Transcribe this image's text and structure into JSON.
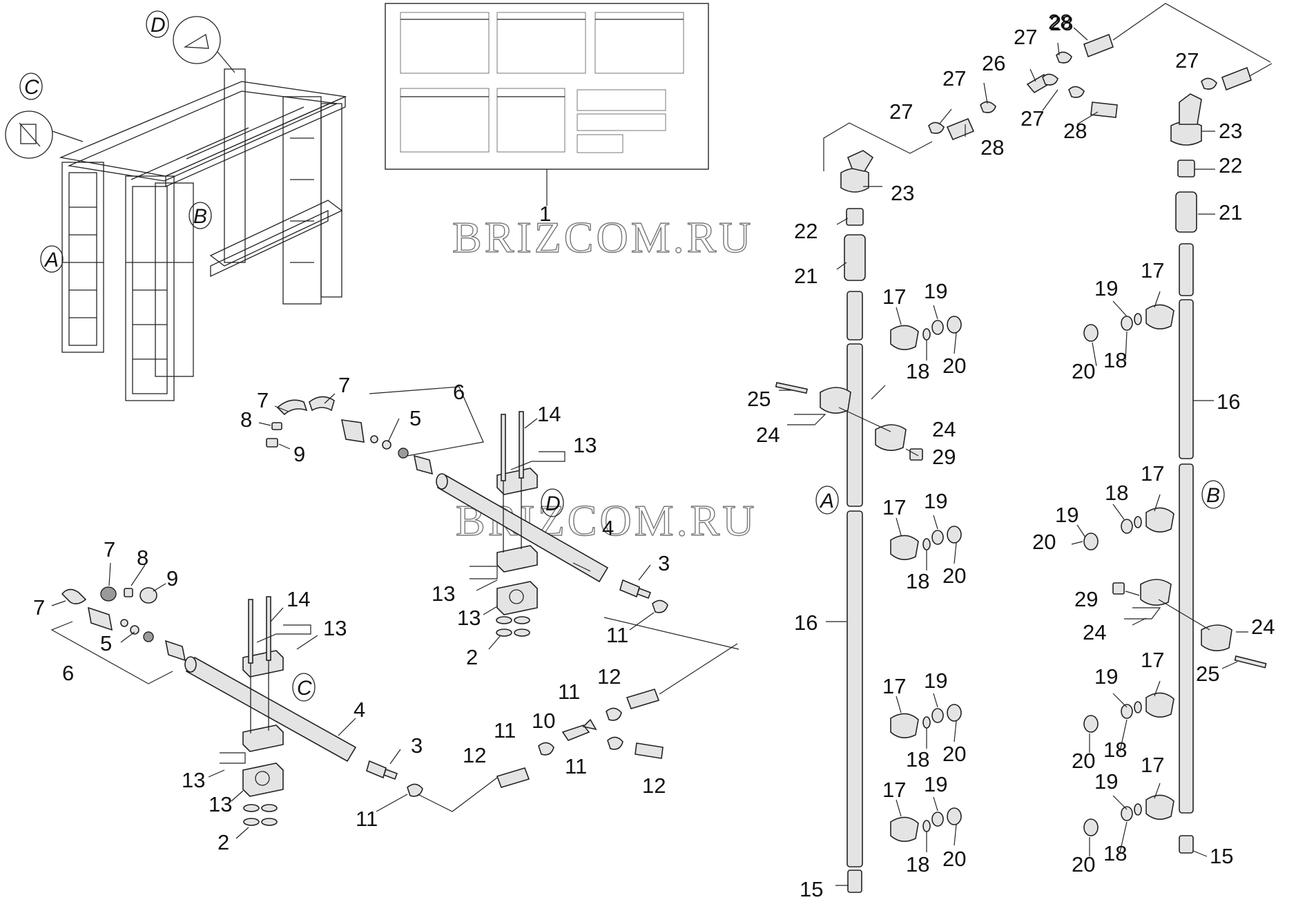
{
  "figure": {
    "watermark": "BRIZCOM.RU",
    "zones": {
      "A": "A",
      "B": "B",
      "C": "C",
      "D": "D"
    },
    "frame_zones": {
      "A": "A",
      "B": "B",
      "C": "C",
      "D": "D"
    },
    "callouts": {
      "c1": "1",
      "c2a": "2",
      "c2b": "2",
      "c3a": "3",
      "c3b": "3",
      "c4a": "4",
      "c4b": "4",
      "c5a": "5",
      "c5b": "5",
      "c6a": "6",
      "c6b": "6",
      "c7a": "7",
      "c7b": "7",
      "c7c": "7",
      "c7d": "7",
      "c8a": "8",
      "c8b": "8",
      "c9a": "9",
      "c9b": "9",
      "c10": "10",
      "c11a": "11",
      "c11b": "11",
      "c11c": "11",
      "c11d": "11",
      "c11e": "11",
      "c12a": "12",
      "c12b": "12",
      "c12c": "12",
      "c13a": "13",
      "c13b": "13",
      "c13c": "13",
      "c13d": "13",
      "c13e": "13",
      "c13f": "13",
      "c14a": "14",
      "c14b": "14",
      "c15a": "15",
      "c15b": "15",
      "c16a": "16",
      "c16b": "16",
      "c17a": "17",
      "c17b": "17",
      "c17c": "17",
      "c17d": "17",
      "c17e": "17",
      "c17f": "17",
      "c17g": "17",
      "c17h": "17",
      "c18a": "18",
      "c18b": "18",
      "c18c": "18",
      "c18d": "18",
      "c18e": "18",
      "c18f": "18",
      "c18g": "18",
      "c18h": "18",
      "c19a": "19",
      "c19b": "19",
      "c19c": "19",
      "c19d": "19",
      "c19e": "19",
      "c19f": "19",
      "c19g": "19",
      "c19h": "19",
      "c20a": "20",
      "c20b": "20",
      "c20c": "20",
      "c20d": "20",
      "c20e": "20",
      "c20f": "20",
      "c20g": "20",
      "c20h": "20",
      "c21a": "21",
      "c21b": "21",
      "c22a": "22",
      "c22b": "22",
      "c23a": "23",
      "c23b": "23",
      "c24a": "24",
      "c24b": "24",
      "c24c": "24",
      "c24d": "24",
      "c25a": "25",
      "c25b": "25",
      "c26": "26",
      "c27a": "27",
      "c27b": "27",
      "c27c": "27",
      "c27d": "27",
      "c27e": "27",
      "c28a": "28",
      "c28b": "28",
      "c28c": "28",
      "c28d": "28",
      "c29a": "29",
      "c29b": "29"
    }
  }
}
